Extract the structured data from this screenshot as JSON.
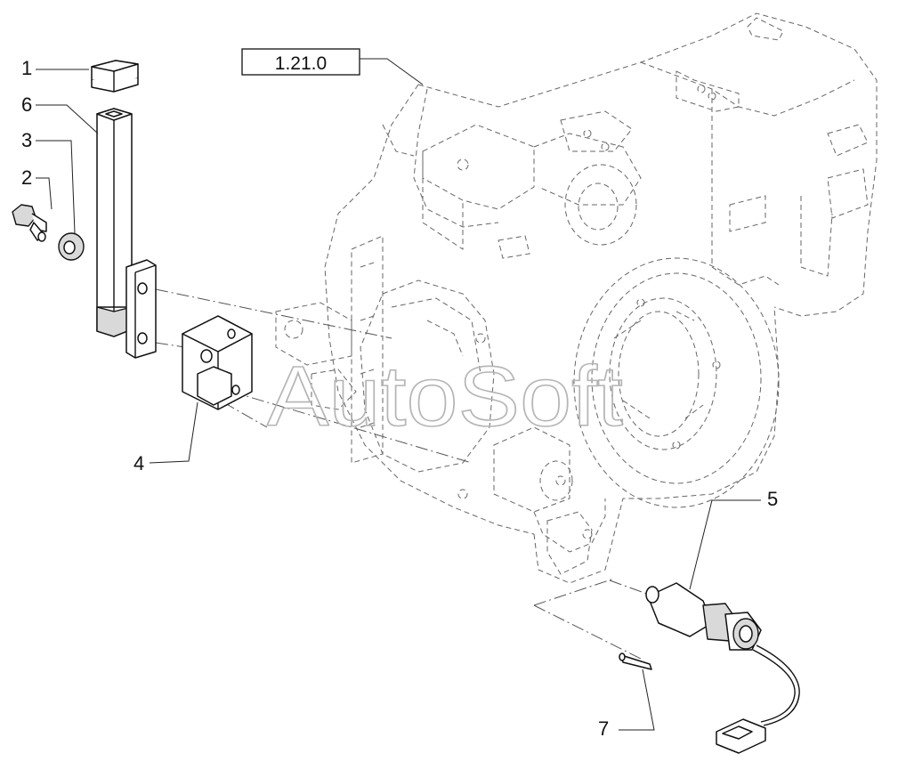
{
  "diagram": {
    "reference_box": "1.21.0",
    "callouts": [
      {
        "id": "c1",
        "label": "1"
      },
      {
        "id": "c6",
        "label": "6"
      },
      {
        "id": "c3",
        "label": "3"
      },
      {
        "id": "c2",
        "label": "2"
      },
      {
        "id": "c4",
        "label": "4"
      },
      {
        "id": "c5",
        "label": "5"
      },
      {
        "id": "c7",
        "label": "7"
      }
    ],
    "watermark": "AutoSoft"
  }
}
